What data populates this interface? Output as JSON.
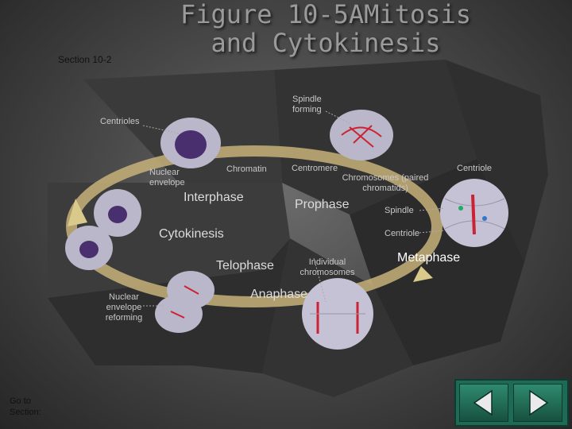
{
  "title": {
    "line1": "Figure 10-5A",
    "line2": "Mitosis",
    "line3": "and Cytokinesis"
  },
  "section": "Section 10-2",
  "labels": {
    "spindle_forming": "Spindle forming",
    "centrioles": "Centrioles",
    "nuclear_envelope": "Nuclear envelope",
    "chromatin": "Chromatin",
    "centromere": "Centromere",
    "chromosomes_paired": "Chromosomes (paired chromatids)",
    "centriole_top": "Centriole",
    "spindle": "Spindle",
    "centriole_bottom": "Centriole",
    "individual_chromosomes": "Individual chromosomes",
    "nuclear_envelope_reforming": "Nuclear envelope reforming"
  },
  "phases": {
    "interphase": "Interphase",
    "prophase": "Prophase",
    "metaphase": "Metaphase",
    "anaphase": "Anaphase",
    "telophase": "Telophase",
    "cytokinesis": "Cytokinesis"
  },
  "navigation": {
    "go_to_section": "Go to Section:"
  },
  "colors": {
    "nav_green": "#1e6a55",
    "cycle_ring": "#c8b27a",
    "cell_fill": "#b9b7c9",
    "nucleus": "#4a2f6e"
  }
}
